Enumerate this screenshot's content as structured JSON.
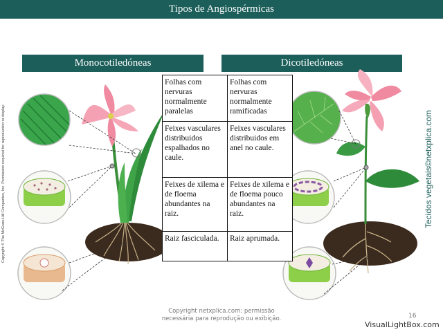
{
  "title": "Tipos de Angiospérmicas",
  "headers": {
    "mono": "Monocotiledóneas",
    "dico": "Dicotiledóneas"
  },
  "table": {
    "rows": [
      {
        "mono": "Folhas com nervuras normalmente paralelas",
        "dico": "Folhas com nervuras normalmente ramificadas"
      },
      {
        "mono": "Feixes vasculares distribuidos espalhados no caule.",
        "dico": "Feixes vasculares distribuidos em anel no caule."
      },
      {
        "mono": "Feixes de xilema e de floema abundantes na raiz.",
        "dico": "Feixes de xilema e de floema pouco abundantes na raiz."
      },
      {
        "mono": "Raiz fasciculada.",
        "dico": "Raiz aprumada."
      }
    ]
  },
  "copyright_side": "Copyright © The McGraw-Hill Companies, Inc. Permission required for reproduction or display.",
  "brand_side": "Tecidos vegetais©netxplica.com",
  "footer_line1": "Copyright netxplica.com: permissão",
  "footer_line2": "necessária para reprodução ou exibição.",
  "page_number": "16",
  "watermark": "VisualLightBox.com",
  "colors": {
    "header_bg": "#1b5e5a",
    "leaf_green": "#2e8b3a",
    "soil": "#3b2a1e",
    "petal": "#f08aa0"
  }
}
